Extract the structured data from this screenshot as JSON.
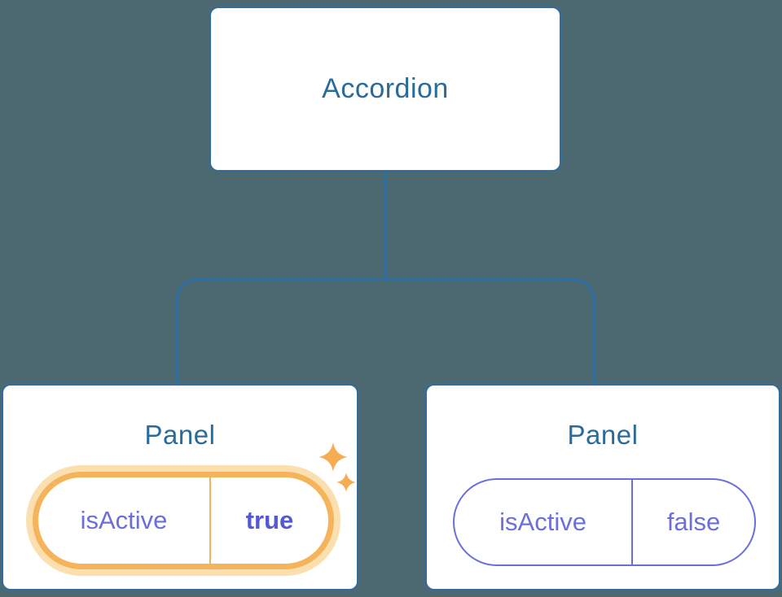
{
  "diagram": {
    "description": "Component tree with shared state",
    "root": {
      "label": "Accordion"
    },
    "children": [
      {
        "title": "Panel",
        "state": {
          "name": "isActive",
          "value": "true",
          "highlighted": true
        }
      },
      {
        "title": "Panel",
        "state": {
          "name": "isActive",
          "value": "false",
          "highlighted": false
        }
      }
    ]
  },
  "icons": {
    "sparkles": "four-point-sparkle-stars"
  },
  "colors": {
    "bg": "#4c6971",
    "line": "#2f6d9e",
    "card": "#ffffff",
    "title": "#2b6b99",
    "purple": "#6a6fdc",
    "purpleBold": "#5458d2",
    "orange": "#f5b45c",
    "orangeGlow": "#fbdfae",
    "sparkle": "#f4ad52"
  }
}
